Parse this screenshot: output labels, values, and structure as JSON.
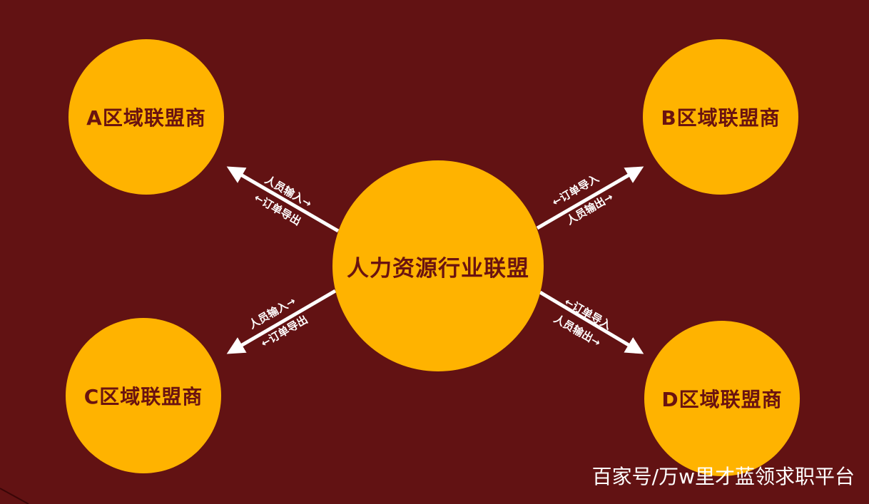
{
  "diagram": {
    "center": "人力资源行业联盟",
    "nodes": {
      "a": "A区域联盟商",
      "b": "B区域联盟商",
      "c": "C区域联盟商",
      "d": "D区域联盟商"
    },
    "edge_labels": {
      "a_1": "人员输入→",
      "a_2": "←订单导出",
      "b_1": "←订单导入",
      "b_2": "人员输出→",
      "c_1": "人员输入→",
      "c_2": "←订单导出",
      "d_1": "←订单导入",
      "d_2": "人员输出→"
    }
  },
  "watermark": "百家号/万w里才蓝领求职平台",
  "colors": {
    "background": "#621213",
    "node_fill": "#FFB300",
    "node_text": "#6A1310",
    "arrow": "#FFFFFF"
  }
}
